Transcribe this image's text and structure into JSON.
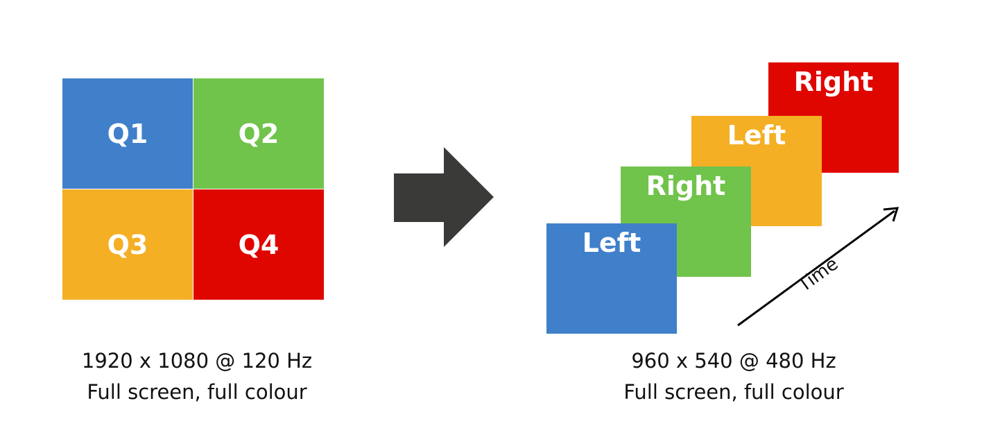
{
  "left_panel": {
    "quadrants": [
      {
        "label": "Q1",
        "color": "#4080CA"
      },
      {
        "label": "Q2",
        "color": "#70C34B"
      },
      {
        "label": "Q3",
        "color": "#F4AF25"
      },
      {
        "label": "Q4",
        "color": "#E00600"
      }
    ],
    "caption_line1": "1920 x 1080 @ 120 Hz",
    "caption_line2": "Full screen, full colour"
  },
  "arrow": {
    "color": "#3A3B38"
  },
  "right_panel": {
    "frames": [
      {
        "label": "Left",
        "color": "#4080CA"
      },
      {
        "label": "Right",
        "color": "#70C34B"
      },
      {
        "label": "Left",
        "color": "#F4AF25"
      },
      {
        "label": "Right",
        "color": "#E00600"
      }
    ],
    "time_label": "Time",
    "caption_line1": "960 x 540 @ 480 Hz",
    "caption_line2": "Full screen, full colour"
  }
}
